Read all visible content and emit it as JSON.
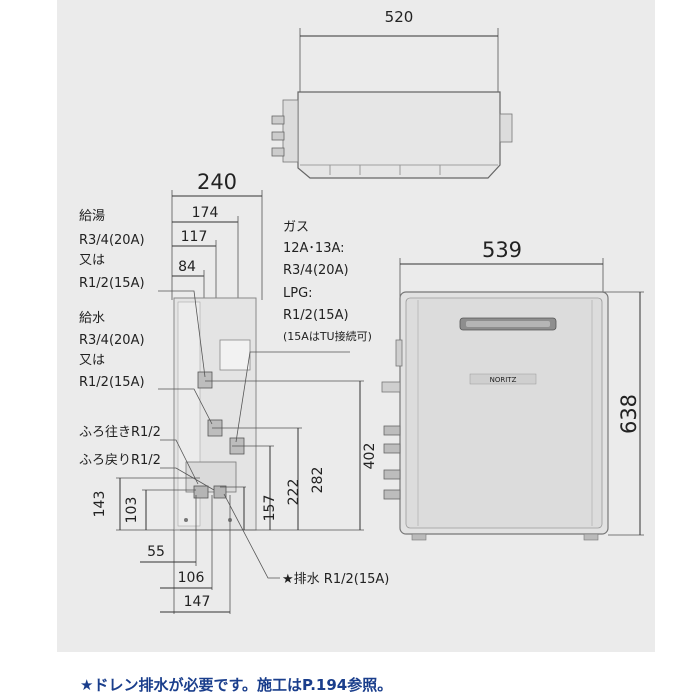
{
  "top_view": {
    "width_label": "520"
  },
  "side_view": {
    "overall_width_label": "240",
    "depth_labels": [
      "174",
      "117",
      "84"
    ],
    "height_labels": [
      "402",
      "282",
      "222",
      "157",
      "143",
      "103"
    ],
    "bottom_labels": [
      "55",
      "106",
      "147"
    ]
  },
  "front_view": {
    "width_label": "539",
    "height_label": "638",
    "brand_text": "NORITZ"
  },
  "callouts": {
    "hot_water": [
      "給湯",
      "R3/4(20A)",
      "又は",
      "R1/2(15A)"
    ],
    "cold_water": [
      "給水",
      "R3/4(20A)",
      "又は",
      "R1/2(15A)"
    ],
    "gas": [
      "ガス",
      "12A･13A:",
      "R3/4(20A)",
      "LPG:",
      "R1/2(15A)",
      "(15AはTU接続可)"
    ],
    "bath_supply": "ふろ往きR1/2",
    "bath_return": "ふろ戻りR1/2",
    "drain": "★排水 R1/2(15A)"
  },
  "footnote": "★ドレン排水が必要です。施工はP.194参照。"
}
